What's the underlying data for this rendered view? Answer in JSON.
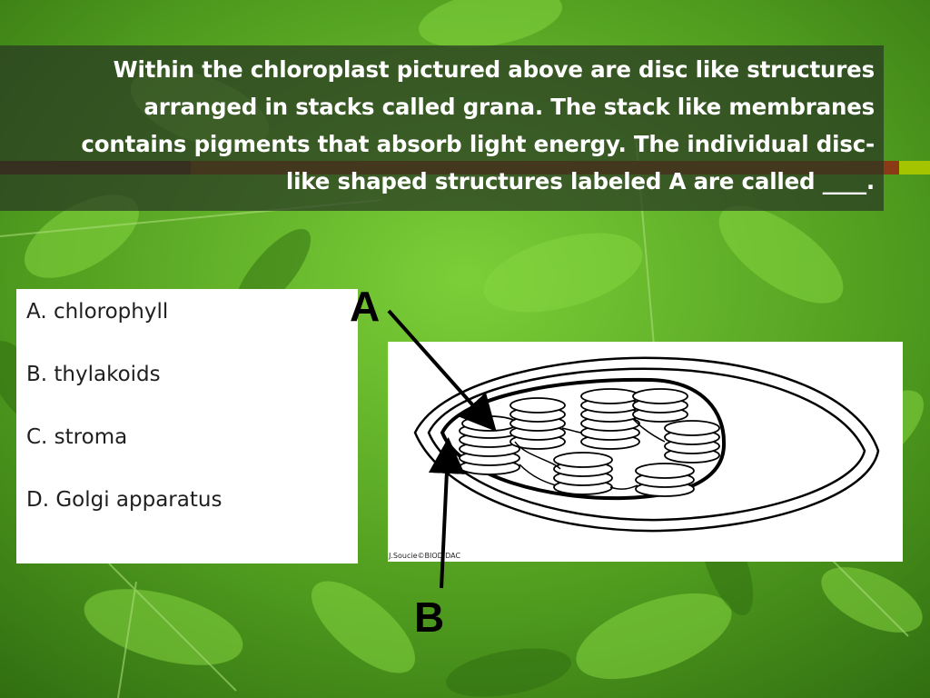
{
  "question": {
    "lines": [
      "Within the chloroplast pictured above are disc like structures",
      "arranged in stacks called grana.  The stack like membranes",
      "contains pigments that absorb light energy.  The individual disc-",
      "like shaped structures labeled A are called ____."
    ]
  },
  "answers": [
    "A. chlorophyll",
    "B. thylakoids",
    "C. stroma",
    "D. Golgi apparatus"
  ],
  "diagram": {
    "credit": "J.Soucie©BIODIDAC",
    "label_a": "A",
    "label_b": "B"
  },
  "colors": {
    "leaf_bg": "#4e9a1e",
    "title_shade": "#283723",
    "accent_1": "#5e1a1a",
    "accent_2": "#8a3a14",
    "accent_3": "#a4c400"
  }
}
